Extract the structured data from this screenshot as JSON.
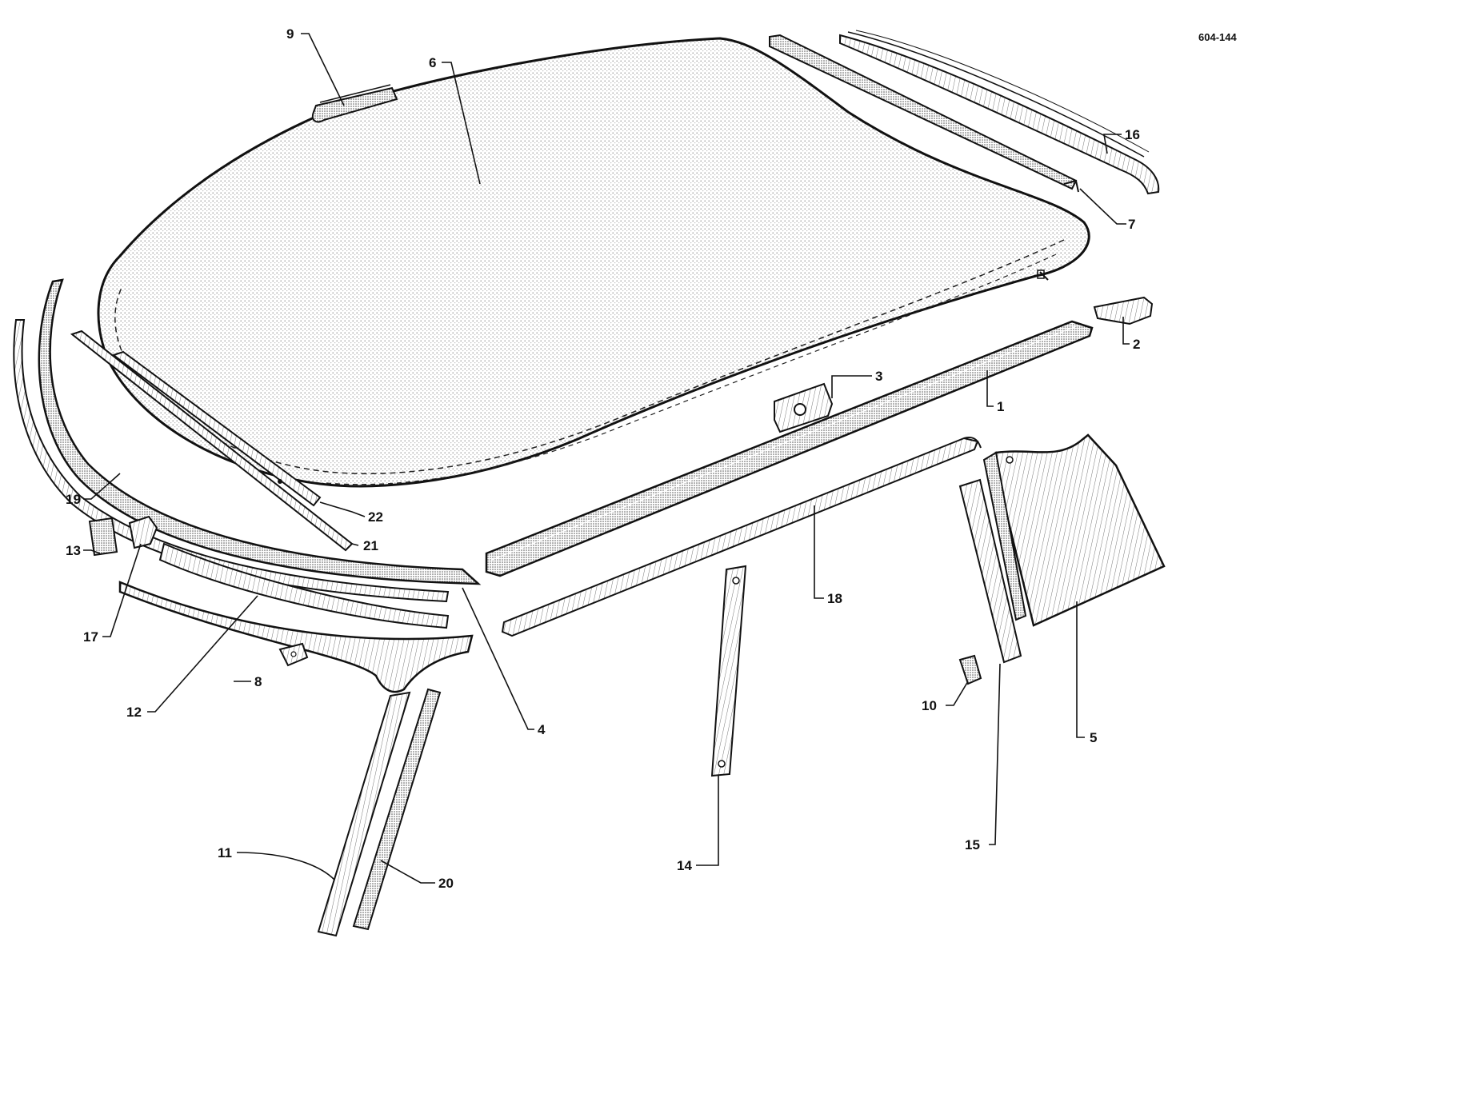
{
  "drawing_code": "604-144",
  "colors": {
    "ink": "#111111",
    "stipple": "#9a9a9a",
    "paper": "#ffffff"
  },
  "callouts": [
    "1",
    "2",
    "3",
    "4",
    "5",
    "6",
    "7",
    "8",
    "9",
    "10",
    "11",
    "12",
    "13",
    "14",
    "15",
    "16",
    "17",
    "18",
    "19",
    "20",
    "21",
    "22"
  ]
}
